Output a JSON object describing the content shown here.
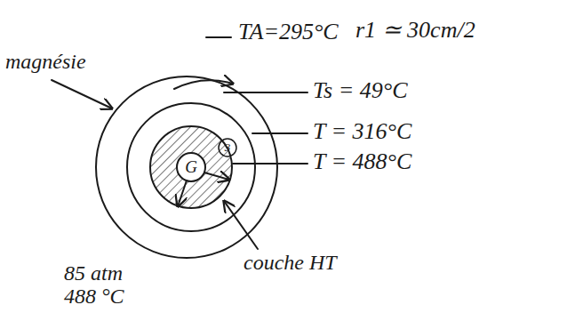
{
  "diagram": {
    "labels": [
      "TA=295°C",
      "r1 ≃ 30cm/2",
      "magnésie",
      "Ts = 49°C",
      "T = 316°C",
      "T = 488°C",
      "G",
      "3",
      "couche HT",
      "85 atm",
      "488 °C"
    ]
  }
}
